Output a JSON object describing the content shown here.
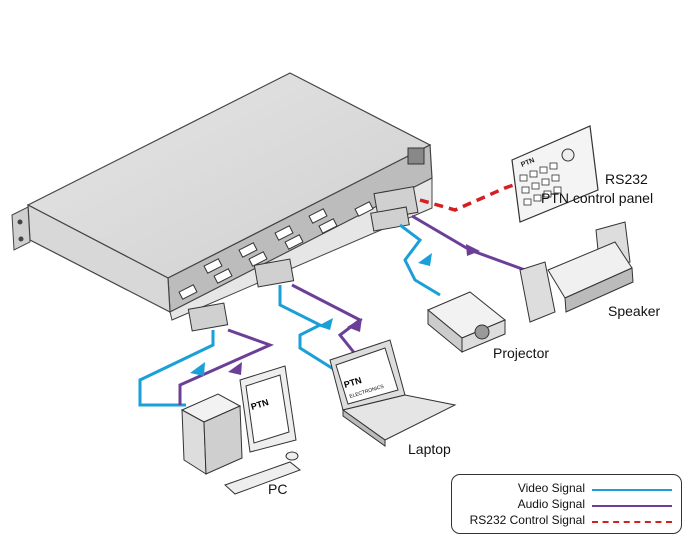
{
  "device_labels": {
    "rs232_panel": "RS232",
    "ptn_control_panel": "PTN control panel",
    "speaker": "Speaker",
    "projector": "Projector",
    "laptop": "Laptop",
    "pc": "PC"
  },
  "brand": {
    "panel_logo": "PTN",
    "monitor_logo": "PTN",
    "laptop_logo": "PTN",
    "laptop_sub": "ELECTRONICS"
  },
  "legend": {
    "video": "Video Signal",
    "audio": "Audio Signal",
    "rs232": "RS232 Control Signal"
  },
  "colors": {
    "video": "#1a9fd8",
    "audio": "#6b3f98",
    "rs232": "#d42020"
  }
}
